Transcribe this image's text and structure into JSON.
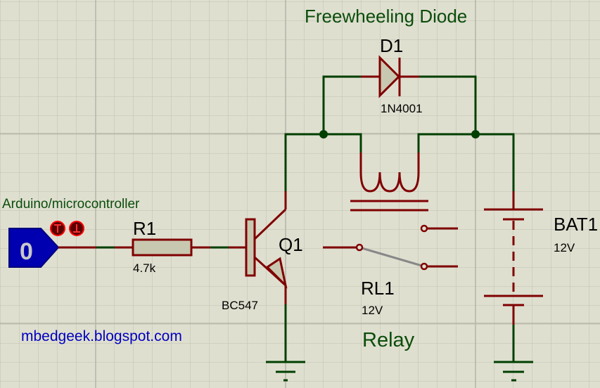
{
  "colors": {
    "background": "#dfdfd0",
    "grid": "#c6c6b8",
    "wire": "#004000",
    "component": "#7f0000",
    "component_fill": "#c8c8b0",
    "terminal": "#0000b0",
    "annotation": "#0a4d0a",
    "link": "#0000c0"
  },
  "annotations": {
    "diode_note": "Freewheeling Diode",
    "input_note": "Arduino/microcontroller",
    "relay_note": "Relay",
    "website": "mbedgeek.blogspot.com"
  },
  "input_terminal": {
    "value": "0",
    "indicator_icons": [
      "up-arrow-icon",
      "down-arrow-icon"
    ]
  },
  "components": {
    "resistor": {
      "ref": "R1",
      "value": "4.7k"
    },
    "transistor": {
      "ref": "Q1",
      "value": "BC547"
    },
    "diode": {
      "ref": "D1",
      "value": "1N4001"
    },
    "relay": {
      "ref": "RL1",
      "value": "12V"
    },
    "battery": {
      "ref": "BAT1",
      "value": "12V"
    }
  }
}
